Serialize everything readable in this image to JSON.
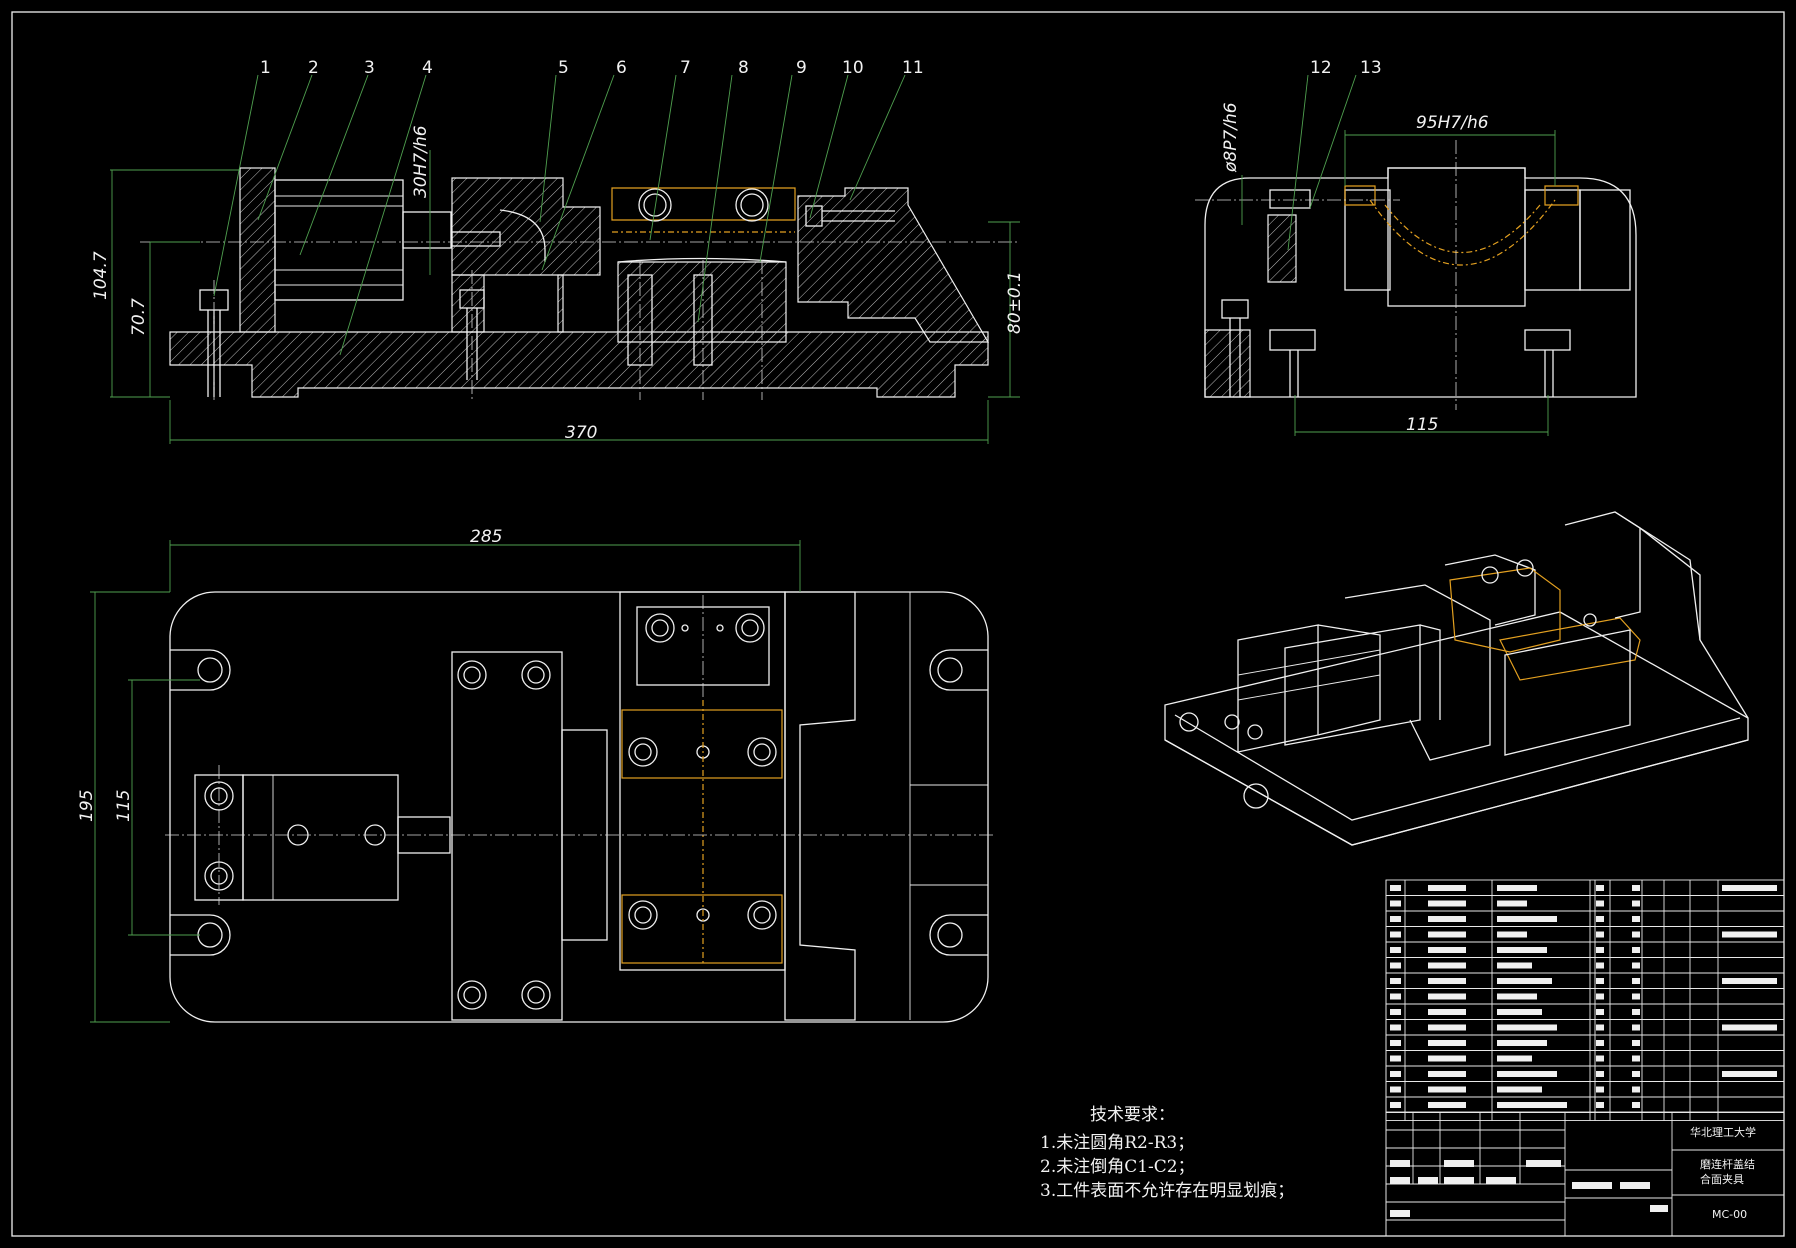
{
  "part_labels": [
    "1",
    "2",
    "3",
    "4",
    "5",
    "6",
    "7",
    "8",
    "9",
    "10",
    "11",
    "12",
    "13"
  ],
  "dimensions": {
    "fit_30": "30H7/h6",
    "height_104": "104.7",
    "height_70": "70.7",
    "height_80": "80±0.1",
    "length_370": "370",
    "fit_8": "ø8P7/h6",
    "fit_95": "95H7/h6",
    "width_115_side": "115",
    "length_285": "285",
    "width_195": "195",
    "width_115_plan": "115"
  },
  "tech_requirements": {
    "title": "技术要求：",
    "items": [
      "1.未注圆角R2-R3；",
      "2.未注倒角C1-C2；",
      "3.工件表面不允许存在明显划痕；"
    ]
  },
  "title_block": {
    "school": "华北理工大学",
    "drawing_name_line1": "磨连杆盖结",
    "drawing_name_line2": "合面夹具",
    "drawing_code": "MC-00"
  },
  "colors": {
    "background": "#000000",
    "lines": "#f0f0f0",
    "dimension_lines": "#4fa04f",
    "workpiece": "#e3a020"
  }
}
